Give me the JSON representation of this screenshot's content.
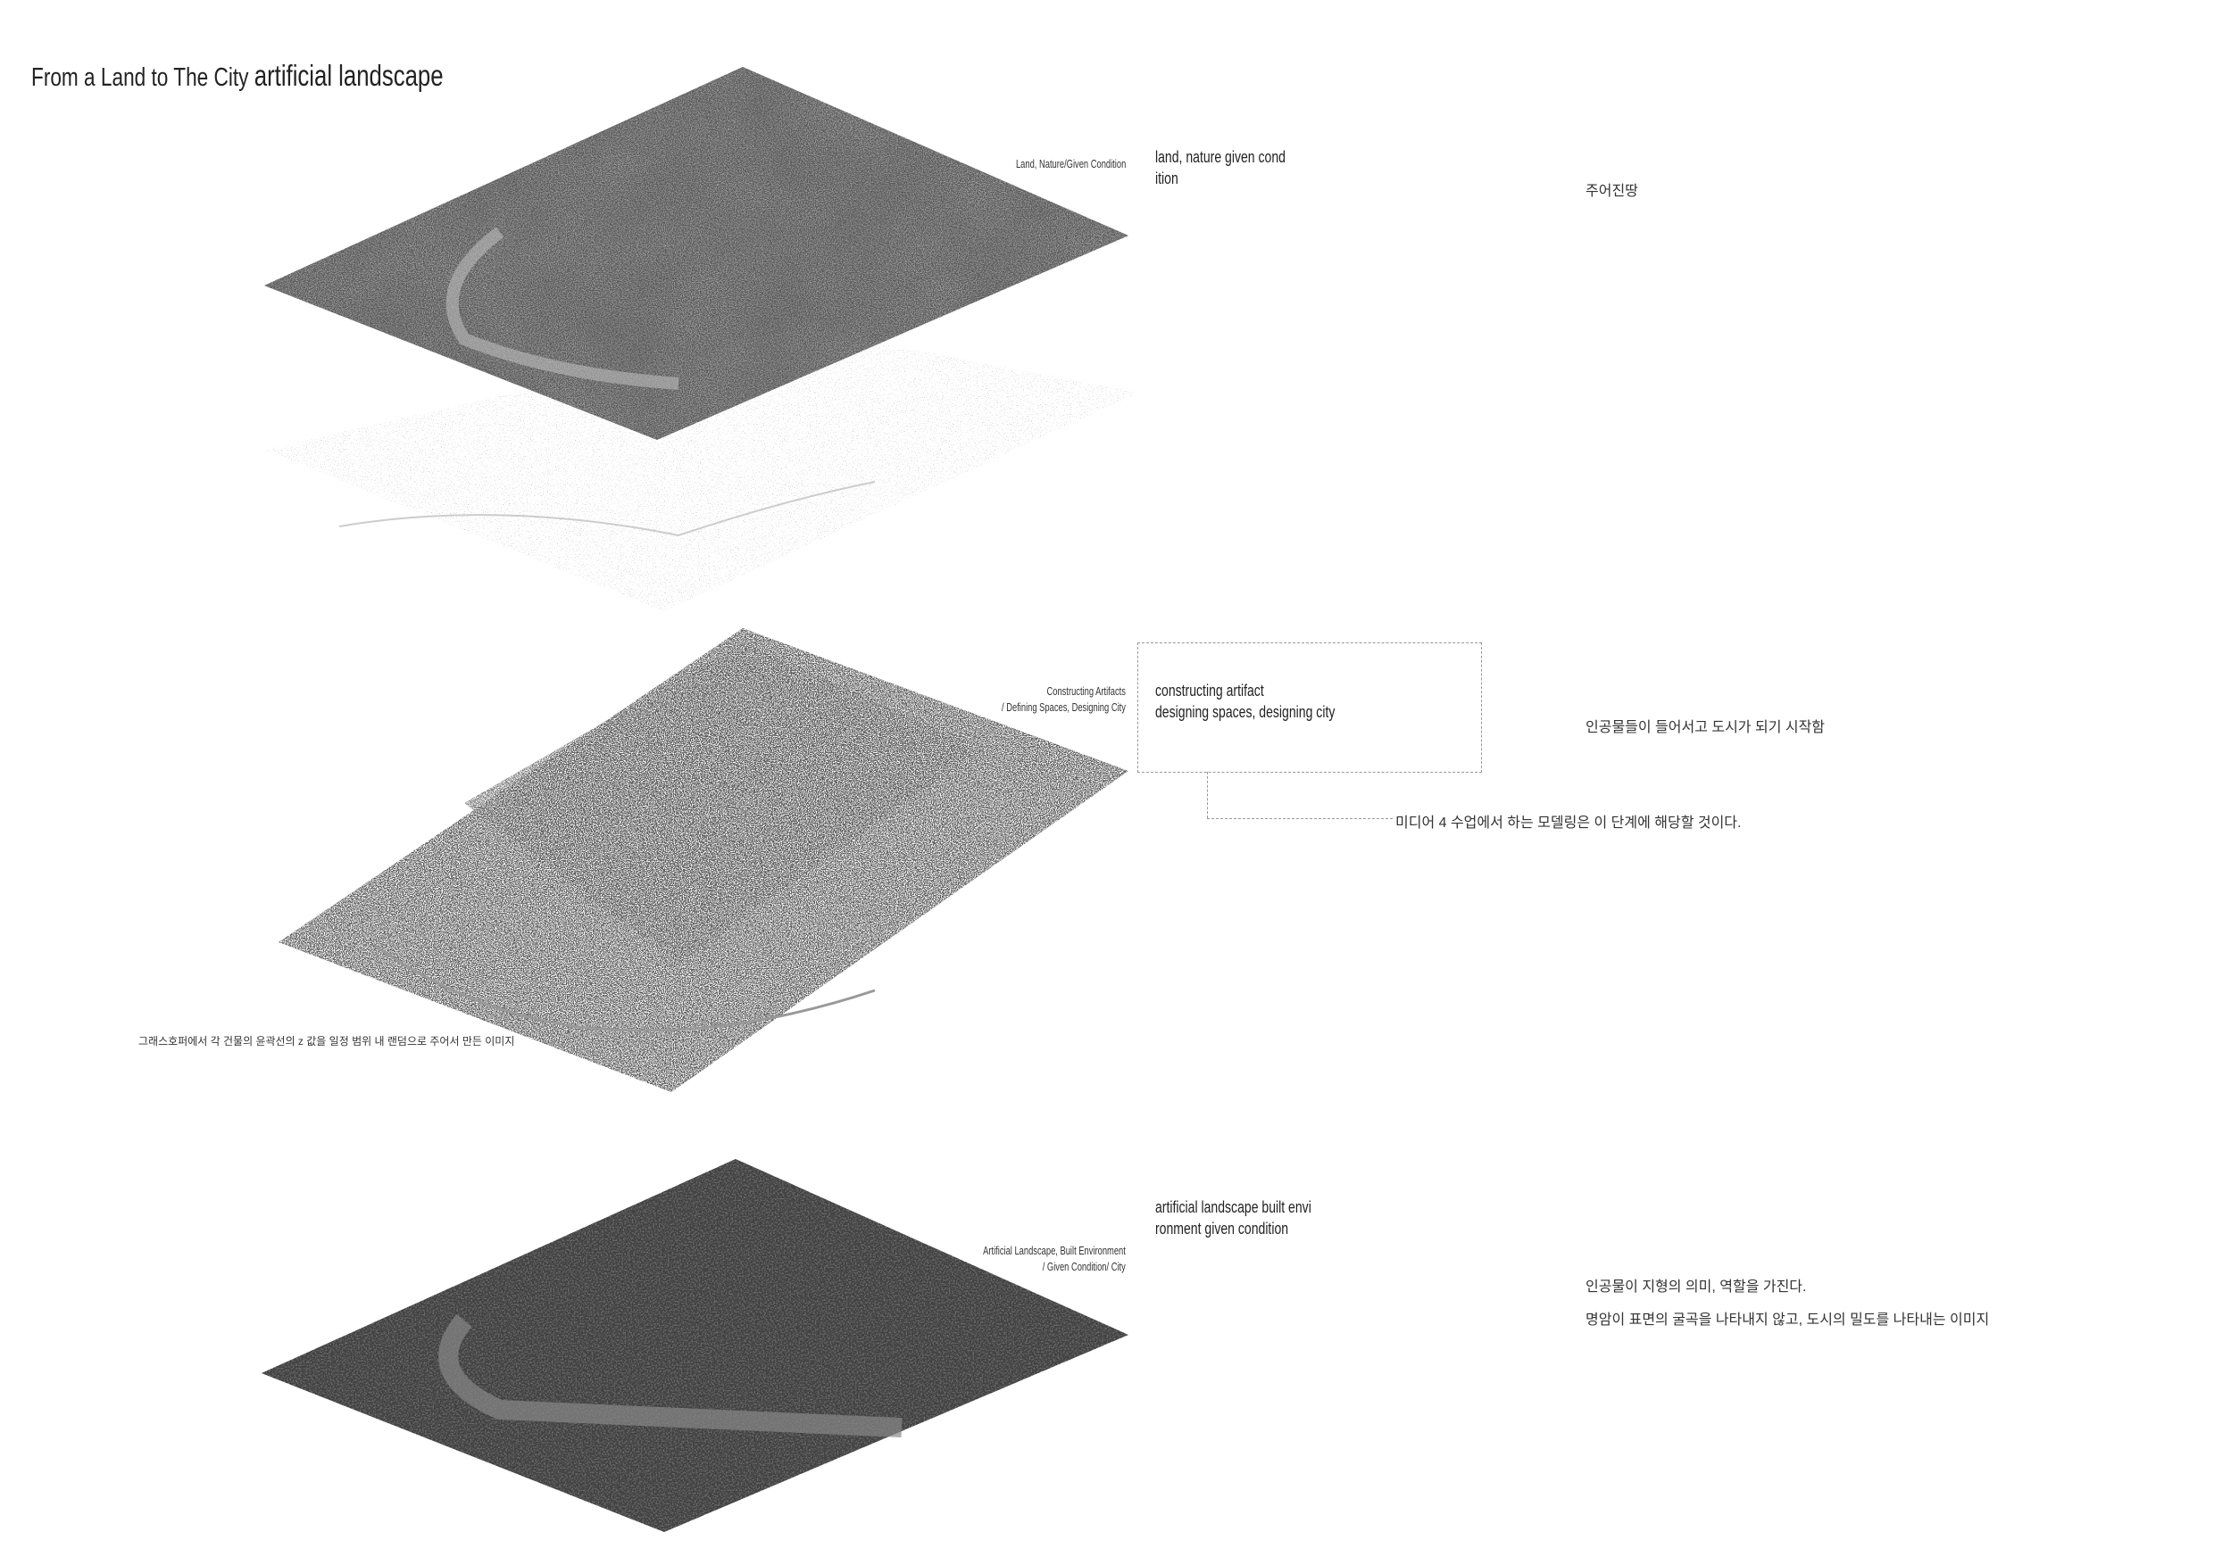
{
  "title": {
    "part1": "From a Land to The City",
    "part2": "artificial landscape"
  },
  "layers": [
    {
      "tag_lines": [
        "Land, Nature/Given Condition"
      ],
      "note_lines": [
        "land, nature  given cond",
        "ition"
      ],
      "korean": [
        "주어진땅"
      ]
    },
    {
      "tag_lines": [
        "Constructing Artifacts",
        "/ Defining Spaces, Designing City"
      ],
      "note_lines": [
        "constructing artifact",
        "designing spaces, designing city"
      ],
      "korean": [
        "인공물들이 들어서고 도시가 되기 시작함"
      ],
      "callout": "미디어 4 수업에서 하는 모델링은 이 단계에 해당할 것이다.",
      "caption": "그래스호퍼에서 각 건물의 윤곽선의 z 값을 일정 범위 내 랜덤으로 주어서 만든 이미지"
    },
    {
      "tag_lines": [
        "Artificial Landscape, Built Environment",
        "/ Given Condition/ City"
      ],
      "note_lines": [
        "artificial landscape  built envi",
        "ronment  given condition"
      ],
      "korean": [
        "인공물이 지형의 의미, 역할을 가진다.",
        "명암이 표면의 굴곡을 나타내지 않고, 도시의 밀도를 나타내는 이미지"
      ]
    }
  ]
}
